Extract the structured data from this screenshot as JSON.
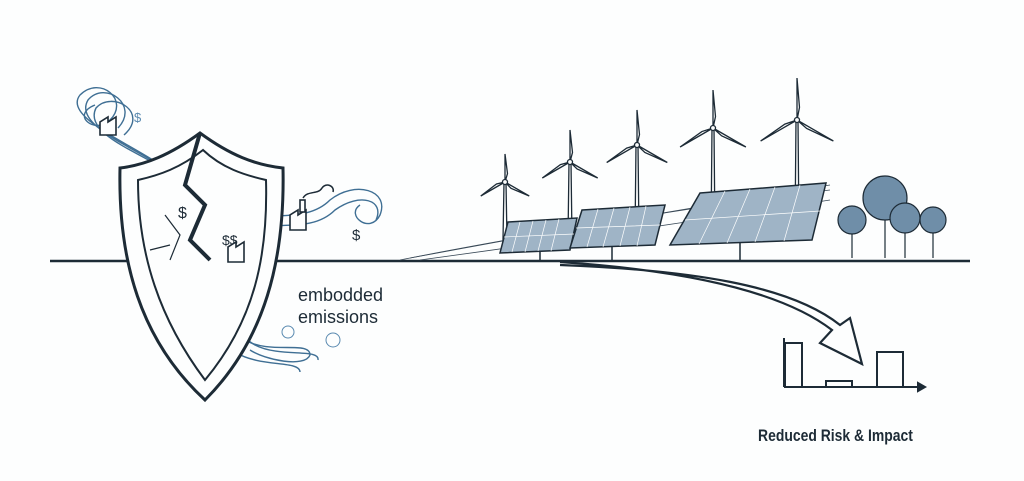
{
  "labels": {
    "embodied_line1": "embodded",
    "embodied_line2": "emissions",
    "outcome": "Reduced Risk & Impact"
  },
  "symbols": {
    "currency": "$"
  },
  "colors": {
    "ink": "#1d2b36",
    "wind_stream": "#3f6f94",
    "tree_fill": "#6f8ea8",
    "panel_fill": "#8aa3b8",
    "background": "#fdfefe"
  },
  "icons": [
    "cracked-shield-icon",
    "factory-icon",
    "wind-turbine-icon",
    "solar-panel-icon",
    "tree-icon",
    "bar-chart-icon",
    "curved-arrow-icon"
  ]
}
